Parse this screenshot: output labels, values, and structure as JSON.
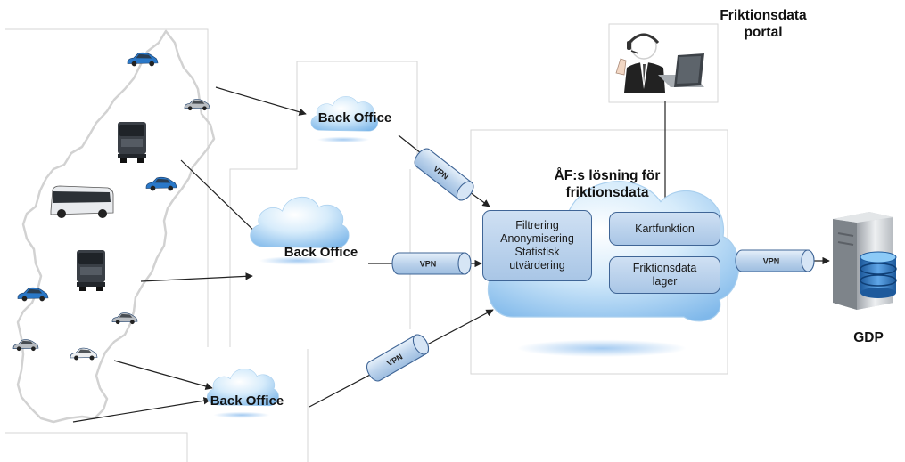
{
  "back_office_label": "Back Office",
  "af_solution": {
    "line1": "ÅF:s lösning för",
    "line2": "friktionsdata"
  },
  "processing_box": {
    "line1": "Filtrering",
    "line2": "Anonymisering",
    "line3": "Statistisk",
    "line4": "utvärdering"
  },
  "map_box": "Kartfunktion",
  "storage_box": {
    "line1": "Friktionsdata",
    "line2": "lager"
  },
  "portal": {
    "line1": "Friktionsdata",
    "line2": "portal"
  },
  "vpn_label": "VPN",
  "gdp_label": "GDP",
  "vehicles": [
    "car",
    "suv",
    "truck",
    "car",
    "bus",
    "truck",
    "car",
    "suv",
    "suv",
    "sedan"
  ],
  "colors": {
    "cloud_light": "#ffffff",
    "cloud_mid": "#cfe6f8",
    "cloud_dark": "#8fc3ee",
    "box_border": "#3f6596",
    "arrow": "#222222",
    "car_blue": "#2a78c8",
    "truck": "#3a3f46"
  }
}
